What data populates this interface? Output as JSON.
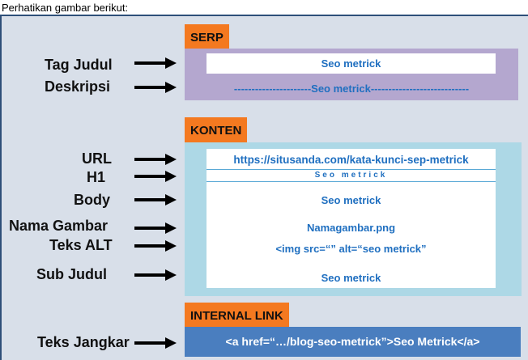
{
  "intro": "Perhatikan gambar berikut:",
  "serp": {
    "title": "SERP",
    "labels": {
      "tag_judul": "Tag Judul",
      "deskripsi": "Deskripsi"
    },
    "title_value": "Seo metrick",
    "description_value": "----------------------Seo metrick----------------------------"
  },
  "konten": {
    "title": "KONTEN",
    "labels": {
      "url": "URL",
      "h1": "H1",
      "body": "Body",
      "nama_gambar": "Nama Gambar",
      "teks_alt": "Teks ALT",
      "sub_judul": "Sub Judul"
    },
    "url_value": "https://situsanda.com/kata-kunci-sep-metrick",
    "h1_value": "Seo metrick",
    "body_value": "Seo metrick",
    "image_name_value": "Namagambar.png",
    "alt_value": "<img src=“” alt=“seo metrick”",
    "subheading_value": "Seo metrick"
  },
  "internal_link": {
    "title": "INTERNAL LINK",
    "labels": {
      "teks_jangkar": "Teks Jangkar"
    },
    "anchor_value": "<a href=“…/blog-seo-metrick”>Seo Metrick</a>"
  },
  "colors": {
    "serp_box": "#b4a7cf",
    "konten_box": "#add8e6",
    "link_box": "#4a7ebf",
    "section_header": "#f47920",
    "text_blue": "#1f6fc0"
  }
}
